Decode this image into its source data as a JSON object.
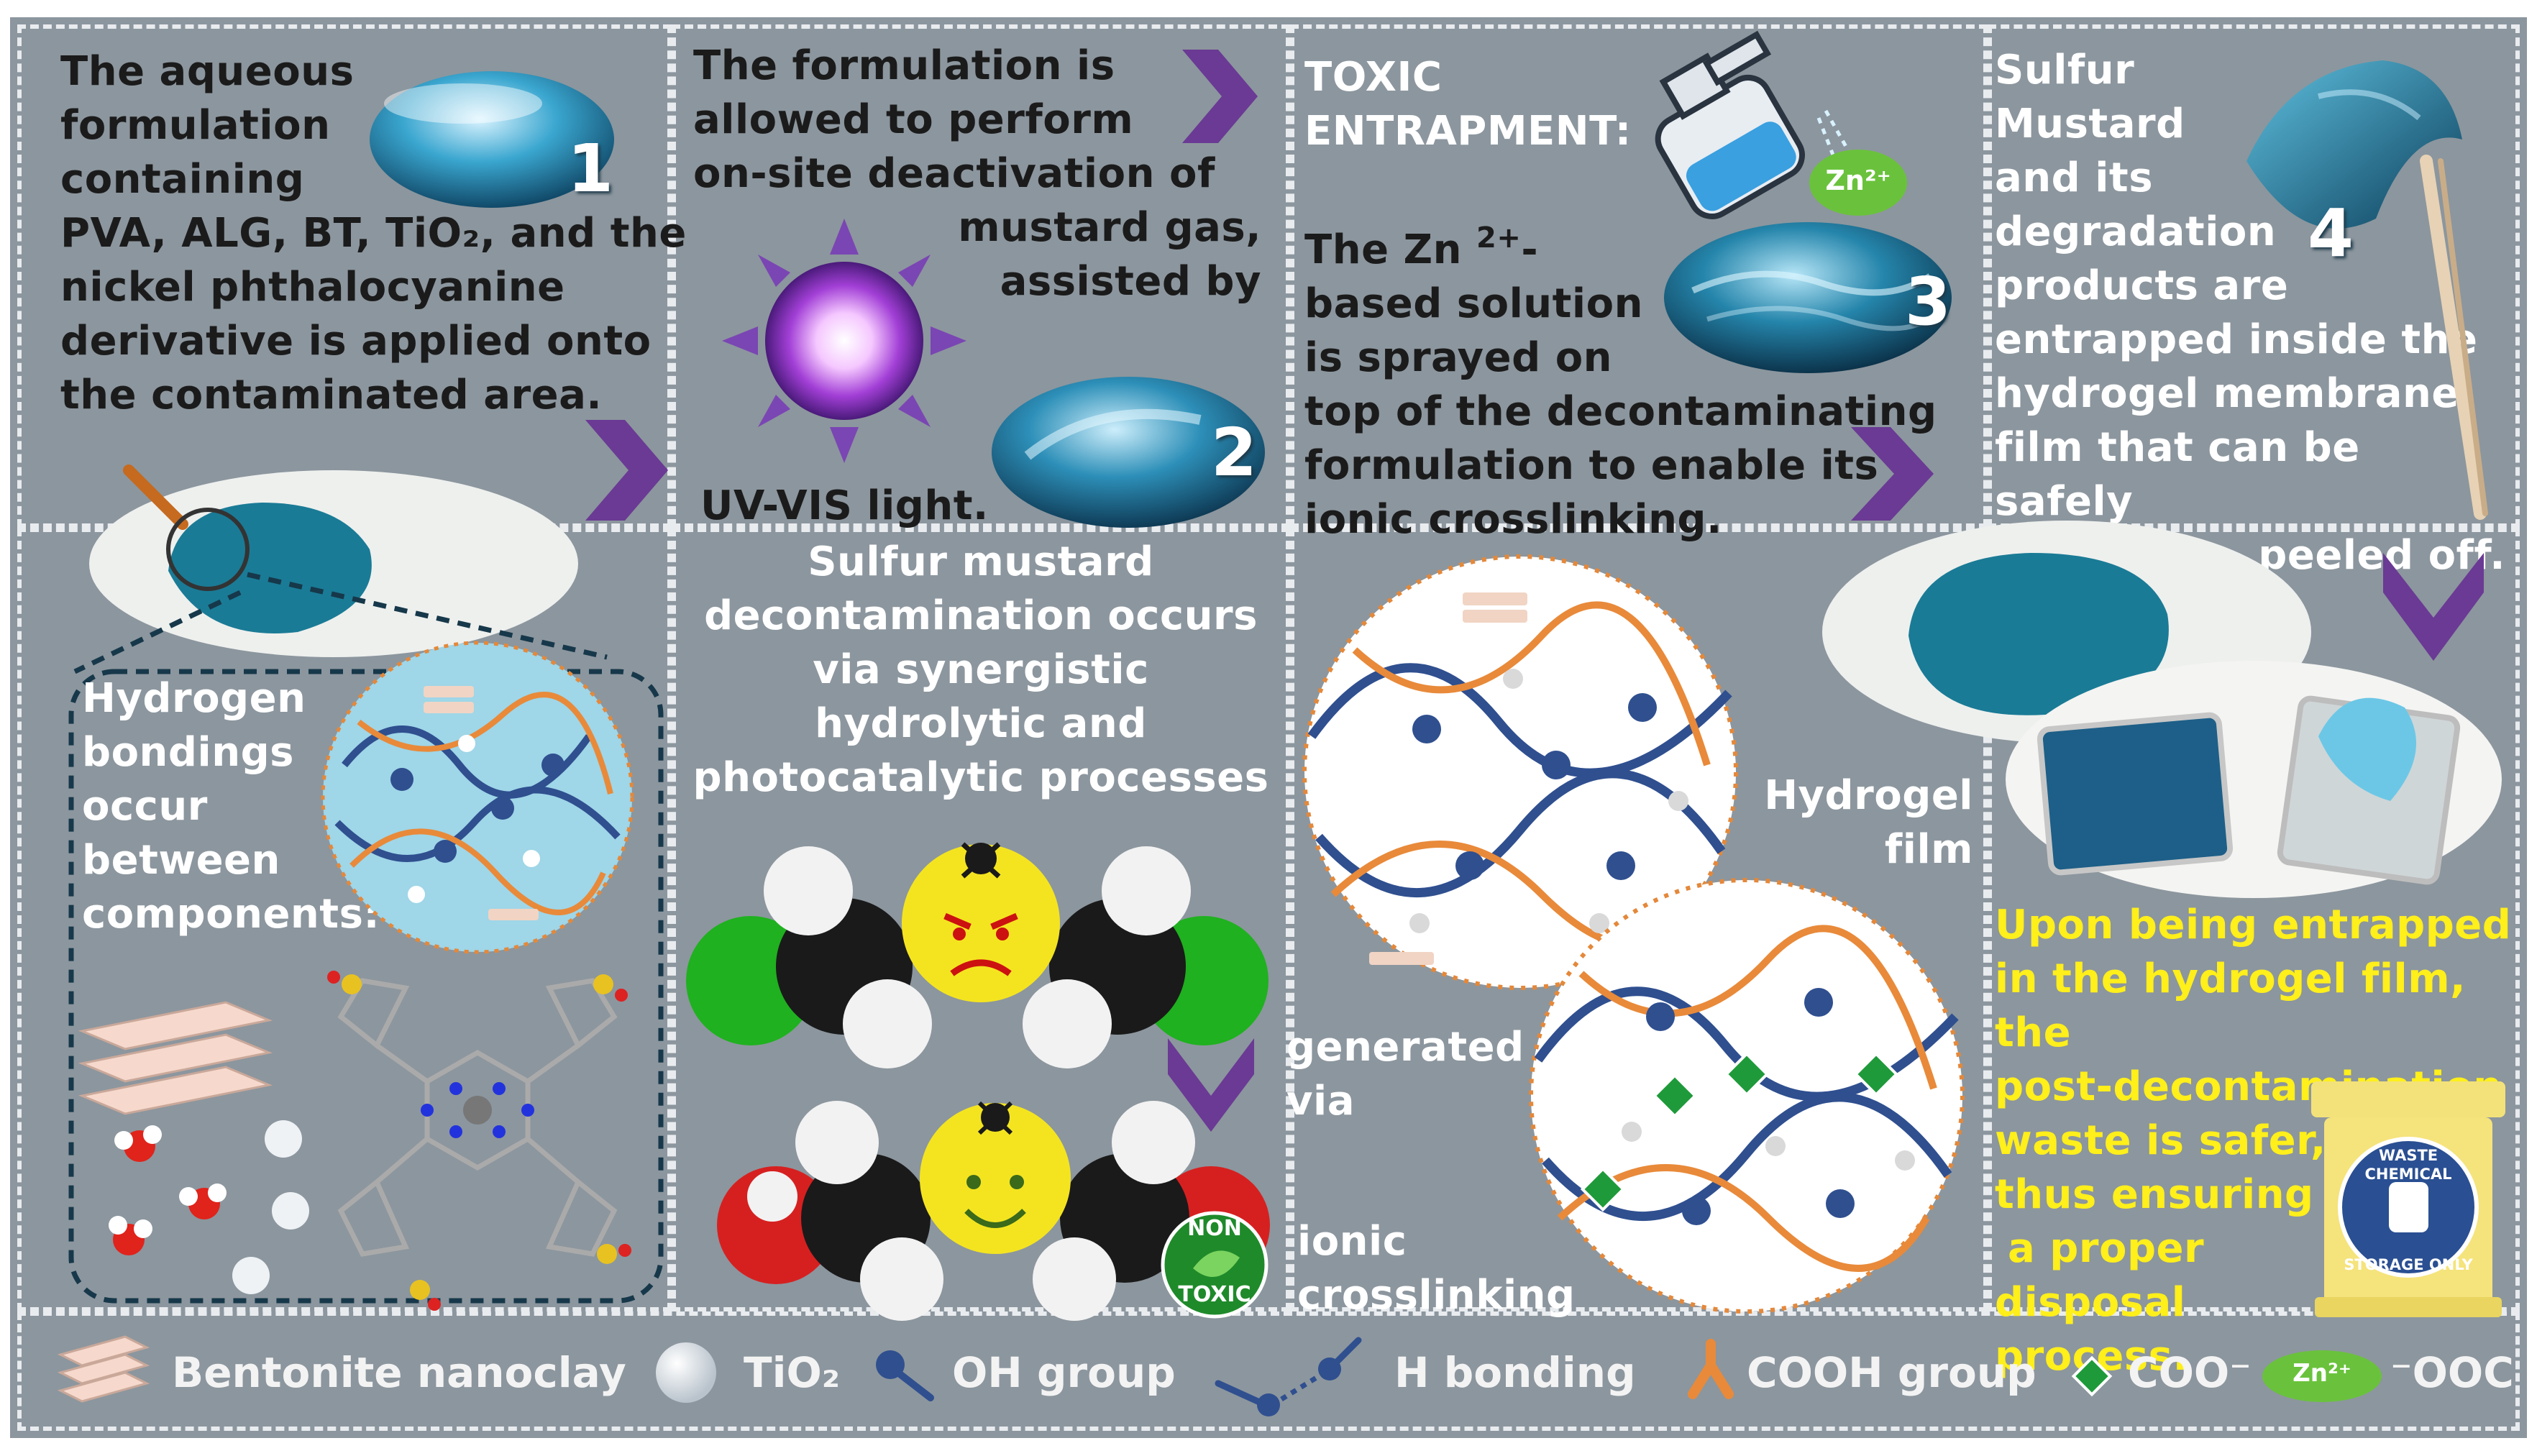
{
  "panels": {
    "p1_text": [
      "The aqueous",
      "formulation",
      "containing",
      "PVA, ALG, BT, TiO₂, and the",
      "nickel phthalocyanine",
      "derivative is applied onto",
      "the contaminated area."
    ],
    "p2_text": [
      "The formulation is",
      "allowed to perform",
      "on-site deactivation of",
      "mustard gas,",
      "assisted by"
    ],
    "p2_light": "UV-VIS light.",
    "p3_heading": [
      "TOXIC",
      "ENTRAPMENT:"
    ],
    "p3_text_lead": "The Zn",
    "p3_text_sup": "2+",
    "p3_text_dash": "-",
    "p3_text": [
      "based solution",
      "is sprayed on",
      "top of the decontaminating",
      "formulation to enable its",
      "ionic crosslinking."
    ],
    "p4_text": [
      "Sulfur",
      "Mustard",
      "and its",
      "degradation",
      "products are",
      "entrapped inside the",
      "hydrogel membrane",
      "film that can be safely",
      "peeled off."
    ],
    "p5_text": [
      "Hydrogen",
      "bondings",
      "occur",
      "between",
      "components:"
    ],
    "p6_text": [
      "Sulfur mustard",
      "decontamination occurs",
      "via synergistic",
      "hydrolytic and",
      "photocatalytic processes"
    ],
    "p7_label_film": [
      "Hydrogel",
      "film"
    ],
    "p7_label_generated": [
      "generated",
      "via"
    ],
    "p7_label_ionic": [
      "ionic",
      "crosslinking"
    ],
    "p8_text": [
      "Upon being entrapped",
      "in the hydrogel film, the",
      "post-decontamination",
      "waste is safer,",
      "thus ensuring",
      "a proper",
      "disposal",
      "process."
    ]
  },
  "step_numbers": [
    "1",
    "2",
    "3",
    "4"
  ],
  "zn_badge": "Zn²⁺",
  "nontoxic_badge": [
    "NON",
    "TOXIC"
  ],
  "waste_bin_label": [
    "WASTE CHEMICAL",
    "STORAGE ONLY"
  ],
  "legend": {
    "bentonite": "Bentonite nanoclay",
    "tio2": "TiO₂",
    "oh": "OH group",
    "hbond": "H bonding",
    "cooh": "COOH group",
    "coo": "COO⁻",
    "zn": "Zn²⁺",
    "ooc": "⁻OOC"
  },
  "colors": {
    "background": "#8c969e",
    "purple_arrow": "#6a3a94",
    "hydrogel_blue": "#1f7f98",
    "chain_blue": "#2f4f8f",
    "chain_orange": "#e88a3a",
    "zn_green": "#6ac23c",
    "highlight_yellow": "#ffef1a"
  }
}
